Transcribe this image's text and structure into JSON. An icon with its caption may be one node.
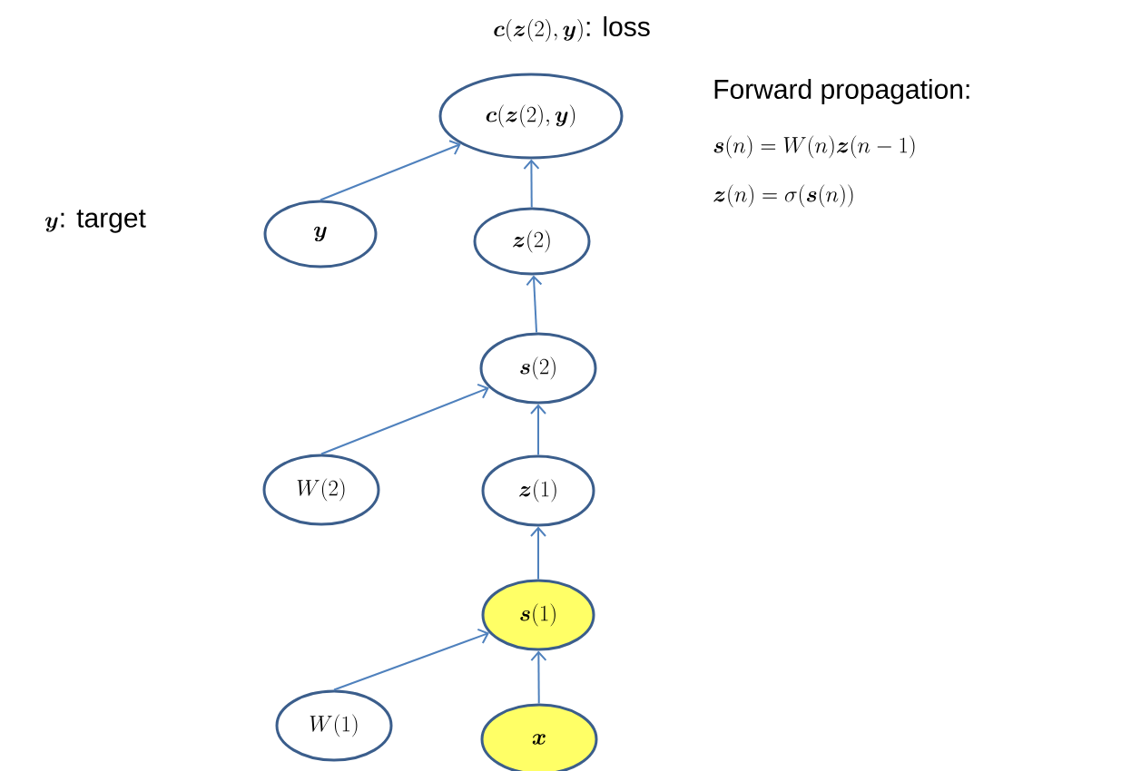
{
  "diagram": {
    "nodes": [
      {
        "text": [
          "\\boldsymbol{c}(\\boldsymbol{z}(2),\\boldsymbol{y})"
        ]
      },
      {
        "text": [
          "\\boldsymbol{y}"
        ]
      },
      {
        "text": [
          "\\boldsymbol{z}(2)"
        ]
      },
      {
        "text": [
          "\\boldsymbol{s}(2)"
        ]
      },
      {
        "text": [
          "W(2)"
        ]
      },
      {
        "text": [
          "\\boldsymbol{z}(1)"
        ]
      },
      {
        "text": [
          "\\boldsymbol{s}(1)"
        ]
      },
      {
        "text": [
          "W(1)"
        ]
      },
      {
        "text": [
          "\\boldsymbol{x}"
        ]
      }
    ],
    "edges": [
      {
        "from": 1,
        "to": 0,
        "arrow": "to"
      },
      {
        "from": 2,
        "to": 0,
        "arrow": "to"
      },
      {
        "from": 3,
        "to": 2,
        "arrow": "to"
      },
      {
        "from": 4,
        "to": 3,
        "arrow": "to"
      },
      {
        "from": 5,
        "to": 3,
        "arrow": "to"
      },
      {
        "from": 6,
        "to": 5,
        "arrow": "to"
      },
      {
        "from": 7,
        "to": 6,
        "arrow": "to"
      },
      {
        "from": 8,
        "to": 6,
        "arrow": "to"
      }
    ],
    "labels": [
      "\\boldsymbol{c}(\\boldsymbol{z}(2),\\boldsymbol{y})\\text{: loss}",
      "\\boldsymbol{y}\\text{: target}",
      "Forward propagation:",
      "\\boldsymbol{s}(n)=W(n)\\boldsymbol{z}(n-1)",
      "\\boldsymbol{z}(n)=\\sigma(\\boldsymbol{s}(n))"
    ]
  }
}
